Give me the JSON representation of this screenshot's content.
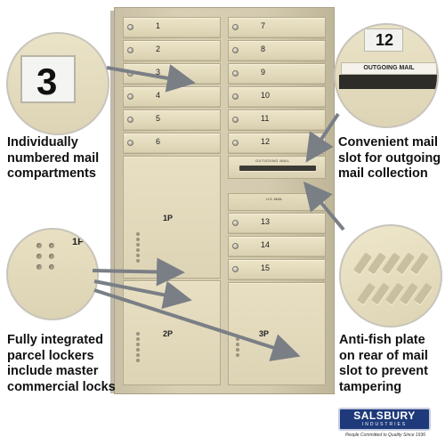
{
  "callouts": {
    "compartments": [
      "Individually",
      "numbered mail",
      "compartments"
    ],
    "slot": [
      "Convenient mail",
      "slot for outgoing",
      "mail collection"
    ],
    "parcel": [
      "Fully integrated",
      "parcel lockers",
      "include master",
      "commercial locks"
    ],
    "antifish": [
      "Anti-fish plate",
      "on rear of mail",
      "slot to prevent",
      "tampering"
    ]
  },
  "zoom_tags": {
    "compartment_number": "3",
    "slot_number": "12",
    "outgoing_label": "OUTGOING MAIL",
    "parcel_label": "1P"
  },
  "unit": {
    "left_doors": [
      "1",
      "2",
      "3",
      "4",
      "5",
      "6"
    ],
    "right_doors_top": [
      "7",
      "8",
      "9",
      "10",
      "11",
      "12"
    ],
    "right_doors_bottom": [
      "13",
      "14",
      "15"
    ],
    "slot_label": "OUTGOING MAIL",
    "usmail_label": "U.S. MAIL",
    "parcels": [
      "1P",
      "2P",
      "3P"
    ]
  },
  "logo": {
    "brand": "SALSBURY",
    "sub": "INDUSTRIES",
    "tagline": "People Committed to Quality Since 1936"
  },
  "colors": {
    "finish": "#ddd4b5",
    "arrow": "#7a7f86",
    "logo_blue": "#1e3a7a"
  }
}
